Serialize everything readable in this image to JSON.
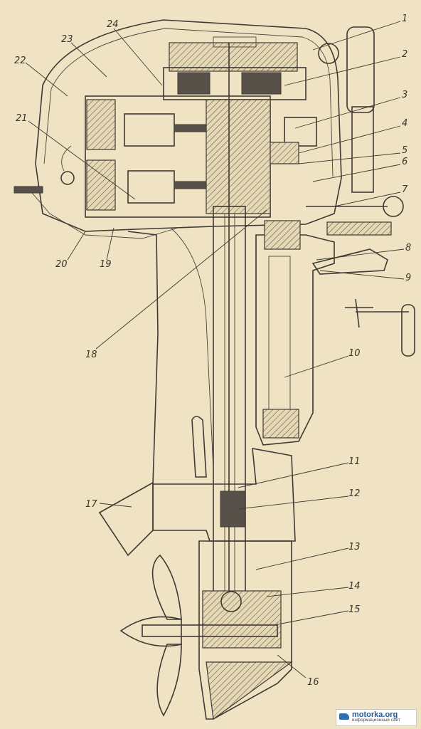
{
  "labels": [
    "1",
    "2",
    "3",
    "4",
    "5",
    "6",
    "7",
    "8",
    "9",
    "10",
    "11",
    "12",
    "13",
    "14",
    "15",
    "16",
    "17",
    "18",
    "19",
    "20",
    "21",
    "22",
    "23",
    "24"
  ],
  "watermark": {
    "site": "motorka.org",
    "tagline": "информационный сайт"
  }
}
